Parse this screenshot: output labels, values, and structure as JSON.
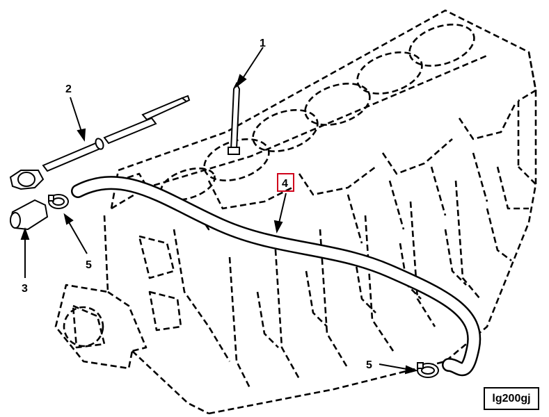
{
  "figure": {
    "id": "lg200gj",
    "highlight_color": "#d0021b",
    "callouts": [
      {
        "number": "1",
        "part": "dipstick"
      },
      {
        "number": "2",
        "part": "dipstick-tube"
      },
      {
        "number": "3",
        "part": "tube-adapter"
      },
      {
        "number": "4",
        "part": "hose",
        "highlighted": true
      },
      {
        "number": "5",
        "part": "hose-clamp"
      },
      {
        "number": "5",
        "part": "hose-clamp"
      }
    ]
  }
}
